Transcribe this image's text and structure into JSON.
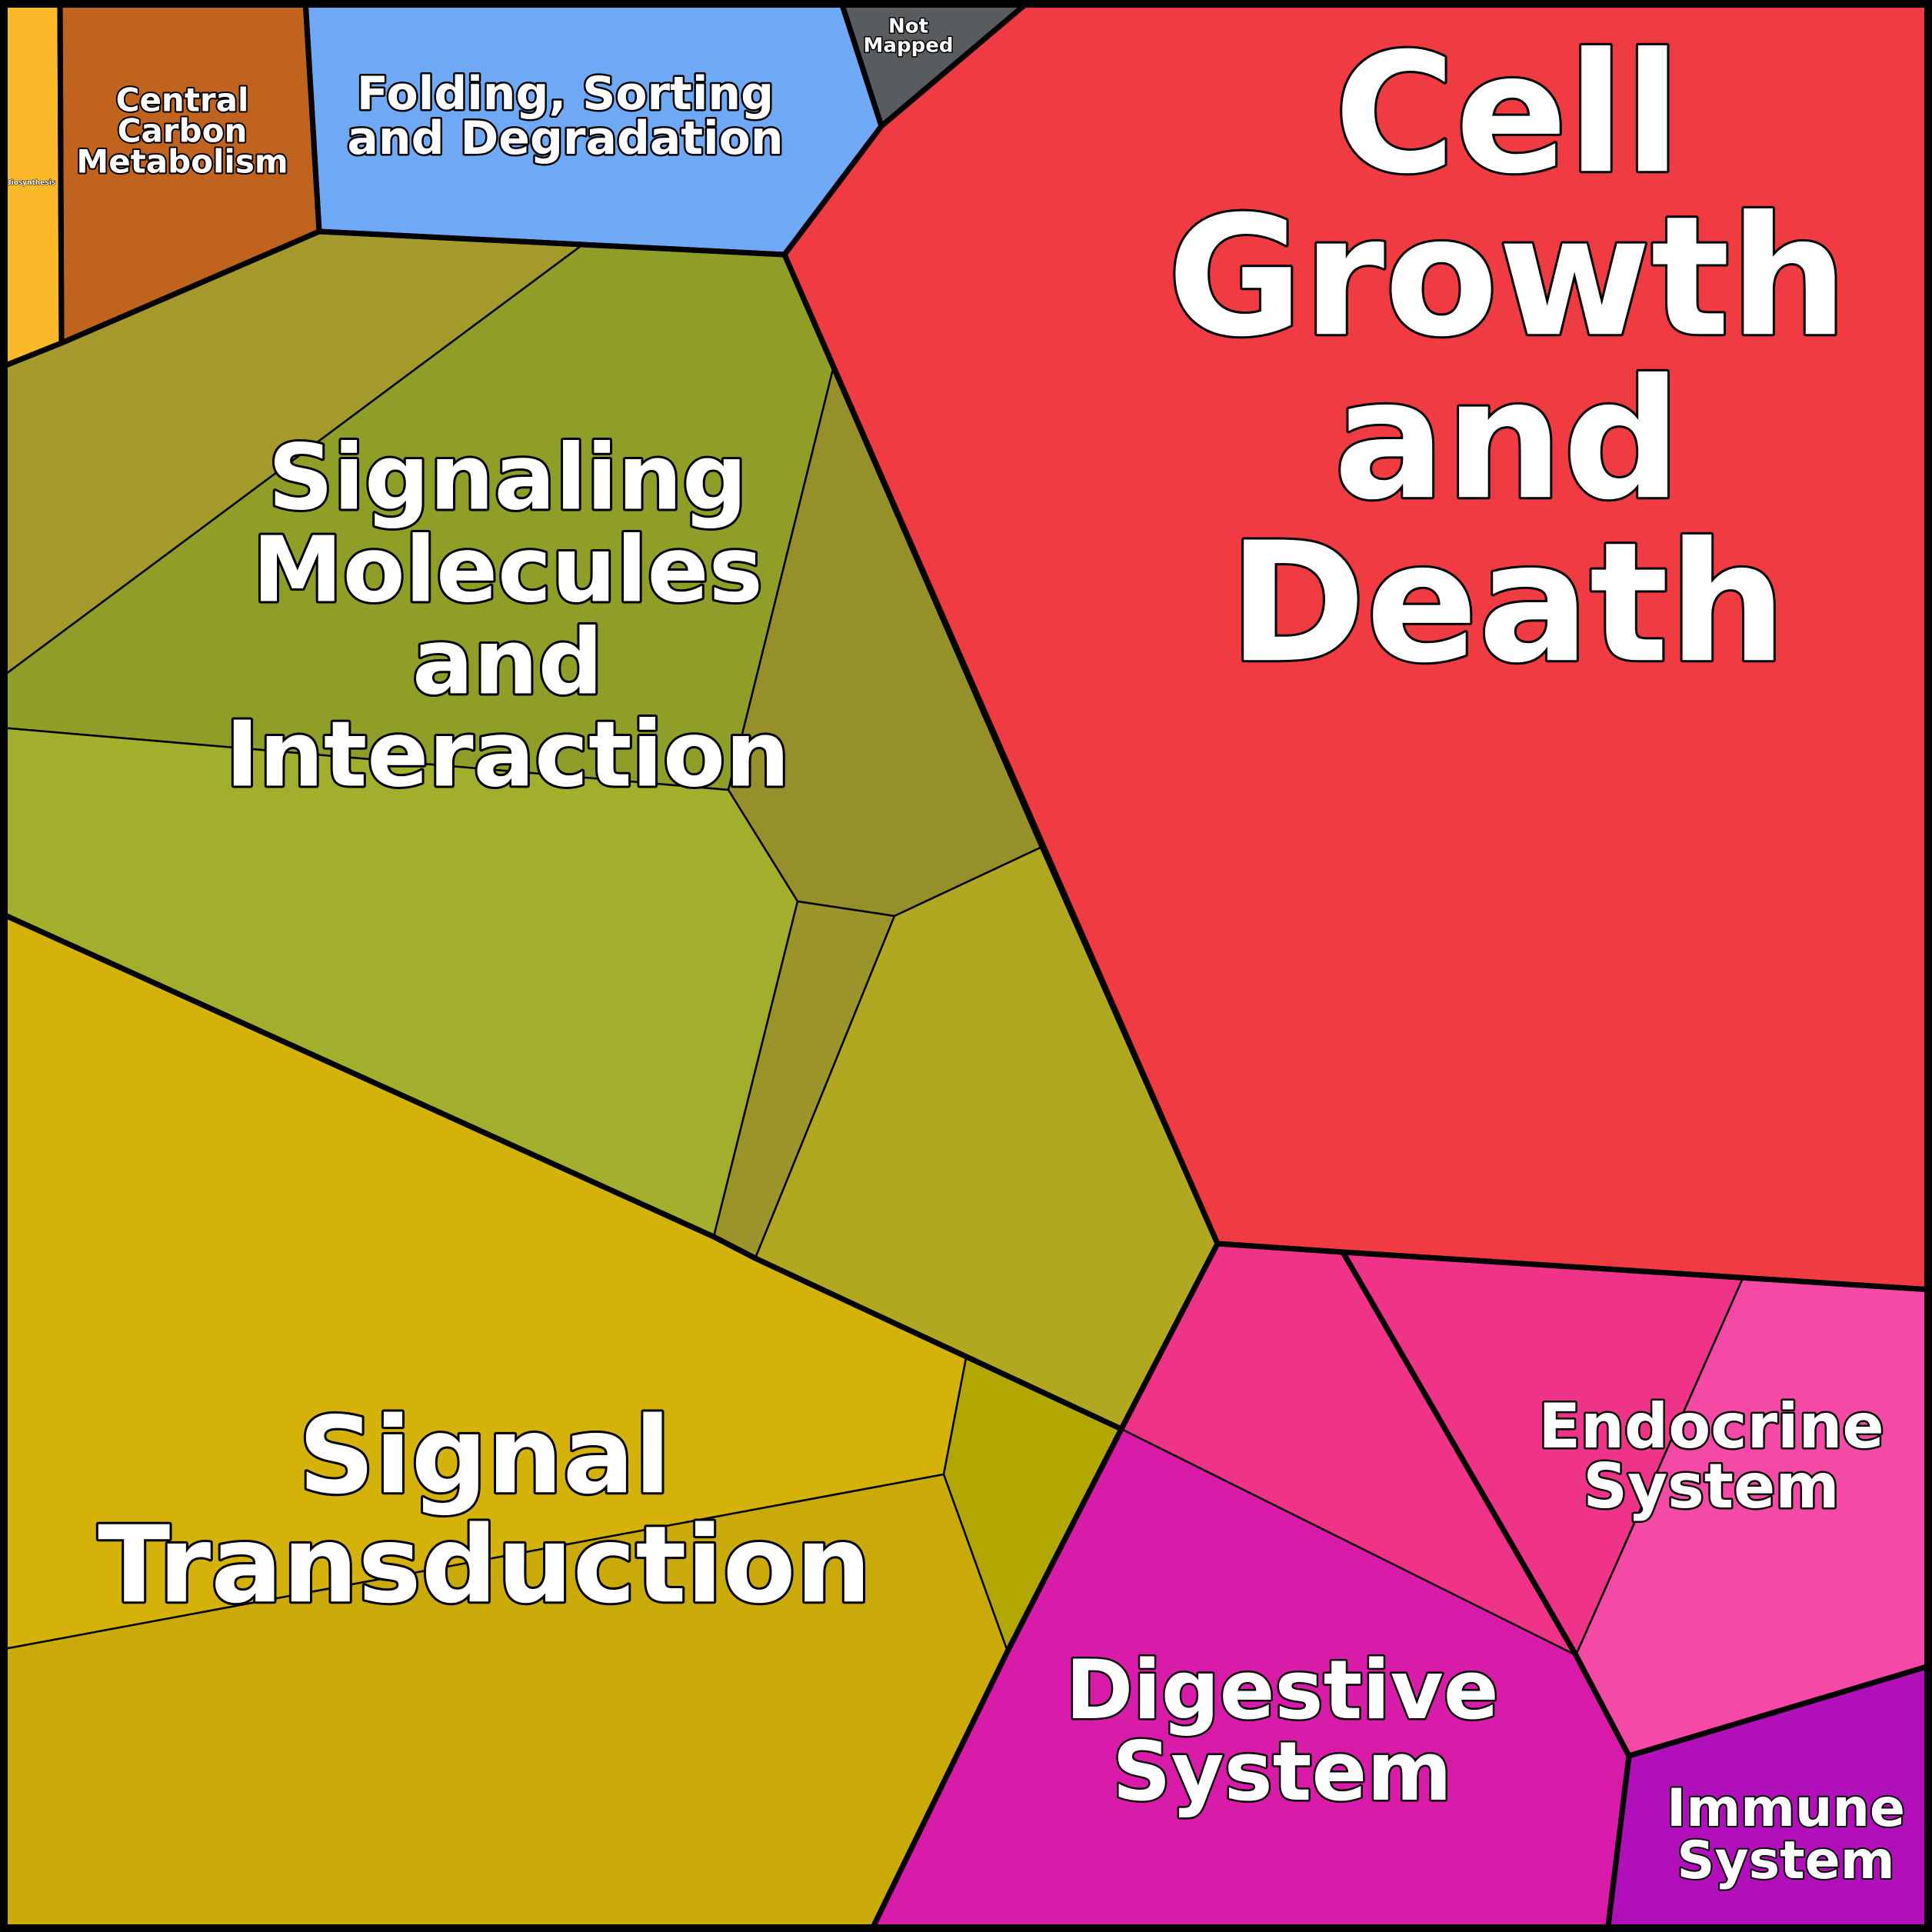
{
  "chart_data": {
    "type": "voronoi-treemap",
    "categories": [
      {
        "name": "Biosynthesis",
        "color": "#FBB829"
      },
      {
        "name": "Central Carbon Metabolism",
        "color": "#C0631F"
      },
      {
        "name": "Folding, Sorting and Degradation",
        "color": "#6FA8F5"
      },
      {
        "name": "Not Mapped",
        "color": "#585C5F"
      },
      {
        "name": "Cell Growth and Death",
        "color": "#EF3B41"
      },
      {
        "name": "Signaling Molecules and Interaction",
        "color": "#8E9E27"
      },
      {
        "name": "Signal Transduction",
        "color": "#D4B20A"
      },
      {
        "name": "Digestive System",
        "color": "#D81BA9"
      },
      {
        "name": "Endocrine System",
        "color": "#F44AA5"
      },
      {
        "name": "Immune System",
        "color": "#B10FB9"
      }
    ],
    "sub_cells": [
      {
        "group": "Signaling Molecules and Interaction",
        "color": "#A49A2C"
      },
      {
        "group": "Signaling Molecules and Interaction",
        "color": "#8E9E27"
      },
      {
        "group": "Signaling Molecules and Interaction",
        "color": "#95902A"
      },
      {
        "group": "Signaling Molecules and Interaction",
        "color": "#A1AF2C"
      },
      {
        "group": "Signaling Molecules and Interaction",
        "color": "#9B942A"
      },
      {
        "group": "Signal Transduction",
        "color": "#AFA820"
      },
      {
        "group": "Signal Transduction",
        "color": "#D4B20A"
      },
      {
        "group": "Signal Transduction",
        "color": "#B2A700"
      },
      {
        "group": "Signal Transduction",
        "color": "#C9AA08"
      },
      {
        "group": "Endocrine System",
        "color": "#EE3388"
      },
      {
        "group": "Endocrine System",
        "color": "#F44AA5"
      }
    ]
  }
}
